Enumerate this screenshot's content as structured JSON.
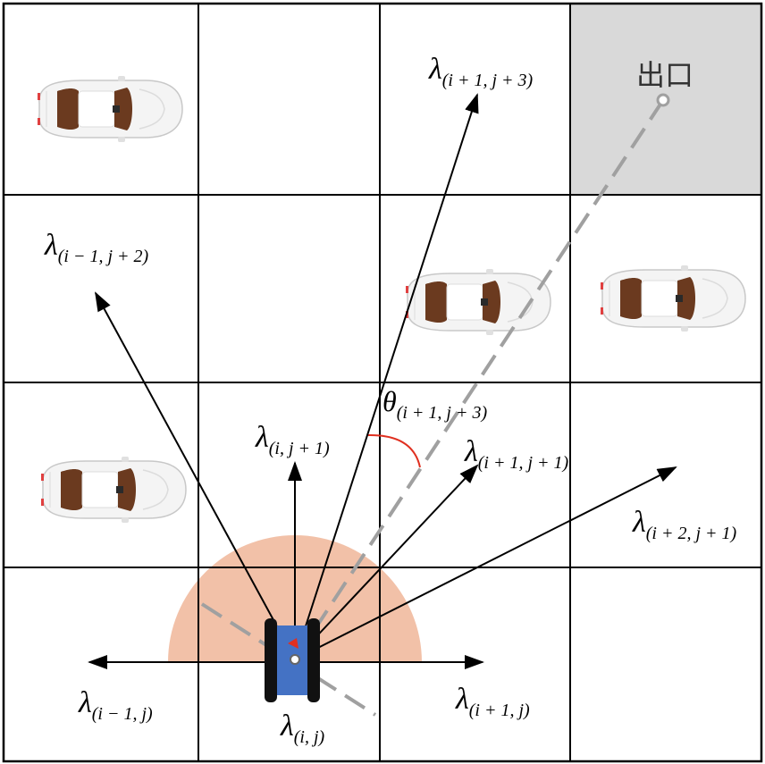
{
  "exit_label": "出口",
  "labels": {
    "l_i1_j3": {
      "sym": "λ",
      "sub": "(i + 1, j + 3)"
    },
    "l_im1_j2": {
      "sym": "λ",
      "sub": "(i − 1, j + 2)"
    },
    "theta": {
      "sym": "θ",
      "sub": "(i + 1, j + 3)"
    },
    "l_i_j1": {
      "sym": "λ",
      "sub": "(i, j + 1)"
    },
    "l_i1_j1": {
      "sym": "λ",
      "sub": "(i + 1, j + 1)"
    },
    "l_i2_j1": {
      "sym": "λ",
      "sub": "(i + 2, j + 1)"
    },
    "l_im1_j": {
      "sym": "λ",
      "sub": "(i − 1, j)"
    },
    "l_i_j": {
      "sym": "λ",
      "sub": "(i, j)"
    },
    "l_i1_j": {
      "sym": "λ",
      "sub": "(i + 1, j)"
    }
  },
  "colors": {
    "grid": "#000000",
    "exit_cell": "#d9d9d9",
    "sector": "#f2c1a8",
    "robot_body": "#4472c4",
    "dashed": "#a0a0a0",
    "angle_arc": "#e03020"
  }
}
